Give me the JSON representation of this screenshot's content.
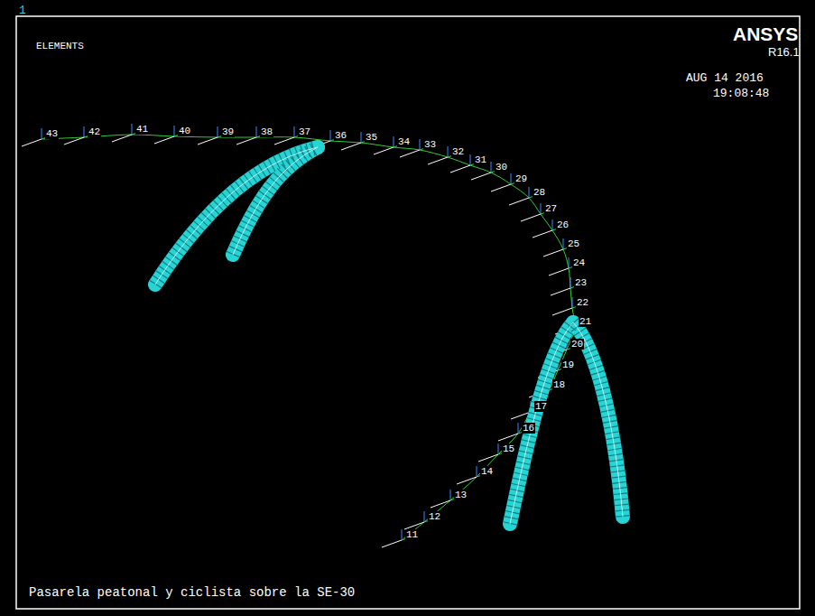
{
  "diagram": {
    "caption": "Pasarela peatonal y ciclista sobre la SE-30",
    "labels": [
      "1",
      "ELEMENTS",
      "ANSYS",
      "R16.1",
      "AUG 14 2016",
      "19:08:48",
      "11",
      "12",
      "13",
      "14",
      "15",
      "16",
      "17",
      "18",
      "19",
      "20",
      "21",
      "22",
      "23",
      "24",
      "25",
      "26",
      "27",
      "28",
      "29",
      "30",
      "31",
      "32",
      "33",
      "34",
      "35",
      "36",
      "37",
      "38",
      "39",
      "40",
      "41",
      "42",
      "43"
    ]
  }
}
